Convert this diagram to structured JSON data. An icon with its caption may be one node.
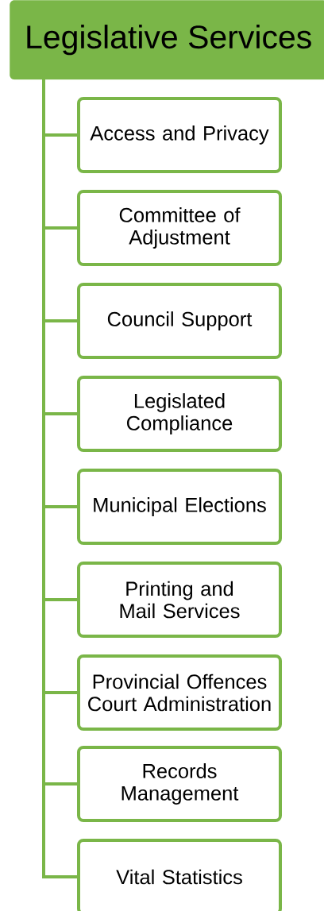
{
  "diagram": {
    "nodes": [
      {
        "text": [
          "Legislative Services"
        ]
      },
      {
        "text": [
          "Access and Privacy"
        ]
      },
      {
        "text": [
          "Committee of Adjustment"
        ]
      },
      {
        "text": [
          "Council Support"
        ]
      },
      {
        "text": [
          "Legislated Compliance"
        ]
      },
      {
        "text": [
          "Municipal Elections"
        ]
      },
      {
        "text": [
          "Printing and Mail Services"
        ]
      },
      {
        "text": [
          "Provincial Offences Court Administration"
        ]
      },
      {
        "text": [
          "Records Management"
        ]
      },
      {
        "text": [
          "Vital Statistics"
        ]
      }
    ],
    "edges": [
      {
        "from": 0,
        "to": 1,
        "arrow": "none"
      },
      {
        "from": 0,
        "to": 2,
        "arrow": "none"
      },
      {
        "from": 0,
        "to": 3,
        "arrow": "none"
      },
      {
        "from": 0,
        "to": 4,
        "arrow": "none"
      },
      {
        "from": 0,
        "to": 5,
        "arrow": "none"
      },
      {
        "from": 0,
        "to": 6,
        "arrow": "none"
      },
      {
        "from": 0,
        "to": 7,
        "arrow": "none"
      },
      {
        "from": 0,
        "to": 8,
        "arrow": "none"
      },
      {
        "from": 0,
        "to": 9,
        "arrow": "none"
      }
    ]
  }
}
